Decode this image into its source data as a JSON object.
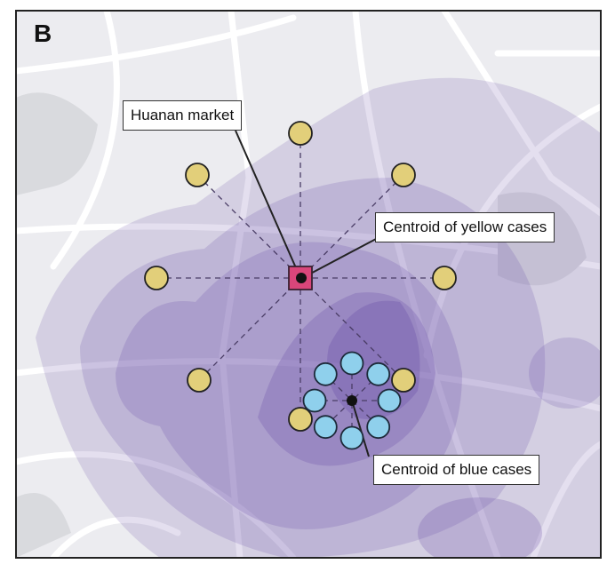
{
  "panel_label": "B",
  "labels": {
    "market": "Huanan market",
    "yellow_centroid": "Centroid of yellow cases",
    "blue_centroid": "Centroid of blue cases"
  },
  "colors": {
    "yellow": "#e2cf7a",
    "blue": "#8fd0ec",
    "market": "#d9467a",
    "density": "#6b4fa8"
  },
  "yellow_case_count": 8,
  "blue_case_count": 8
}
